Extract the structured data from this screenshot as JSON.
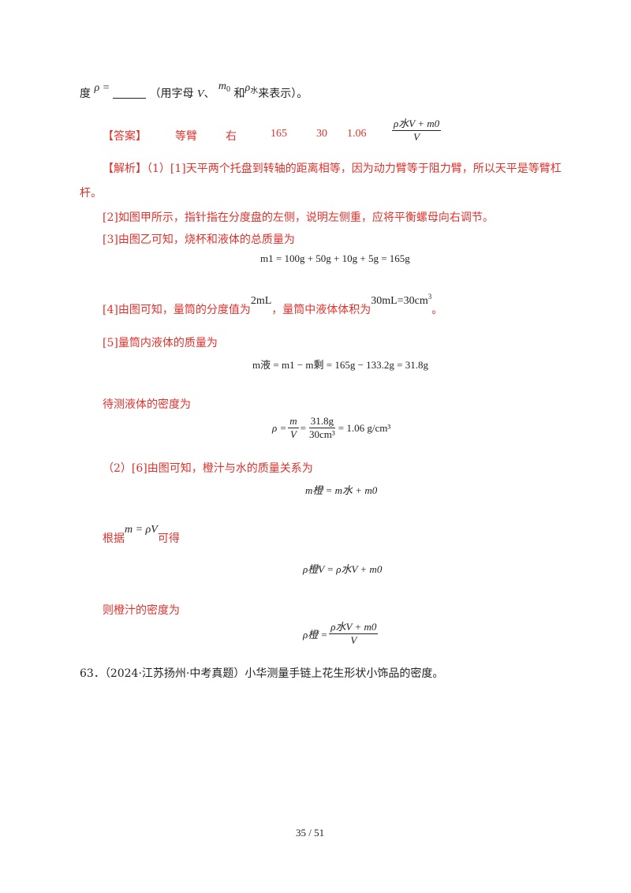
{
  "q_line": {
    "prefix": "度",
    "rho_sym": "ρ",
    "eq": "=",
    "blank_after_text": "（用字母",
    "var_v": "V",
    "sep": "、",
    "m0_m": "m",
    "m0_sub": "0",
    "and": "和",
    "rho_water_sub": "水",
    "suffix": "来表示）。"
  },
  "answer": {
    "label": "【答案】",
    "items": [
      "等臂",
      "右",
      "165",
      "30",
      "1.06"
    ],
    "frac_num": "ρ水V + m0",
    "frac_den": "V"
  },
  "analysis": {
    "label": "【解析】",
    "p1": "（1）[1]天平两个托盘到转轴的距离相等，因为动力臂等于阻力臂，所以天平是等臂杠",
    "p1_cont": "杆。",
    "p2": "[2]如图甲所示，指针指在分度盘的左侧，说明左侧重，应将平衡螺母向右调节。",
    "p3": "[3]由图乙可知，烧杯和液体的总质量为",
    "eq1": "m1 = 100g + 50g + 10g + 5g = 165g",
    "p4_a": "[4]由图可知，量筒的分度值为",
    "p4_val1": "2mL",
    "p4_b": "，量筒中液体体积为",
    "p4_val2": "30mL=30cm",
    "p4_val2_sup": "3",
    "p4_end": "。",
    "p5": "[5]量筒内液体的质量为",
    "eq2": "m液 = m1 − m剩 = 165g − 133.2g = 31.8g",
    "p6": "待测液体的密度为",
    "eq3_lhs": "ρ =",
    "eq3_f1_num": "m",
    "eq3_f1_den": "V",
    "eq3_f2_num": "31.8g",
    "eq3_f2_den": "30cm³",
    "eq3_rhs": "= 1.06 g/cm³",
    "p7": "（2）[6]由图可知，橙汁与水的质量关系为",
    "eq4": "m橙 = m水 + m0",
    "p8_a": "根据",
    "p8_formula": "m = ρV",
    "p8_b": "可得",
    "eq5": "ρ橙V = ρ水V + m0",
    "p9": "则橙汁的密度为",
    "eq6_lhs": "ρ橙 =",
    "eq6_num": "ρ水V + m0",
    "eq6_den": "V"
  },
  "next_question": "63．（2024·江苏扬州·中考真题）小华测量手链上花生形状小饰品的密度。",
  "footer": {
    "page": "35 / 51"
  },
  "colors": {
    "answer_red": "#e0322d",
    "text": "#222222"
  }
}
